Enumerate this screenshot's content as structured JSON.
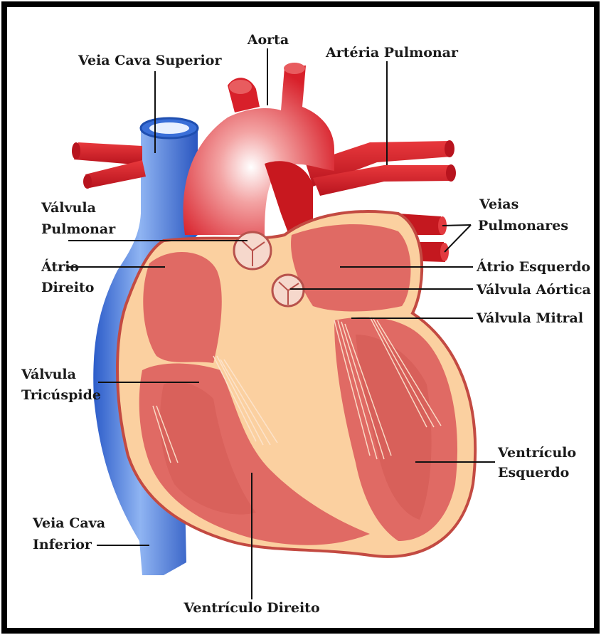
{
  "labels": {
    "aorta": "Aorta",
    "vcs": "Veia Cava Superior",
    "art_pulm": "Artéria Pulmonar",
    "vp_line1": "Válvula",
    "vp_line2": "Pulmonar",
    "veias_line1": "Veias",
    "veias_line2": "Pulmonares",
    "ad_line1": "Átrio",
    "ad_line2": "Direito",
    "ae": "Átrio Esquerdo",
    "va": "Válvula Aórtica",
    "vm": "Válvula Mitral",
    "vt_line1": "Válvula",
    "vt_line2": "Tricúspide",
    "ve_line1": "Ventrículo",
    "ve_line2": "Esquerdo",
    "vci_line1": "Veia Cava",
    "vci_line2": "Inferior",
    "vd": "Ventrículo Direito"
  },
  "colors": {
    "frame": "#000000",
    "artery_red": "#d8202a",
    "artery_dark": "#a8141c",
    "vein_blue": "#3a6fd8",
    "vein_light": "#8fb4f2",
    "muscle": "#e06a64",
    "muscle_dark": "#c94c48",
    "tissue": "#fbd0a0",
    "valve": "#f6d8cc"
  }
}
